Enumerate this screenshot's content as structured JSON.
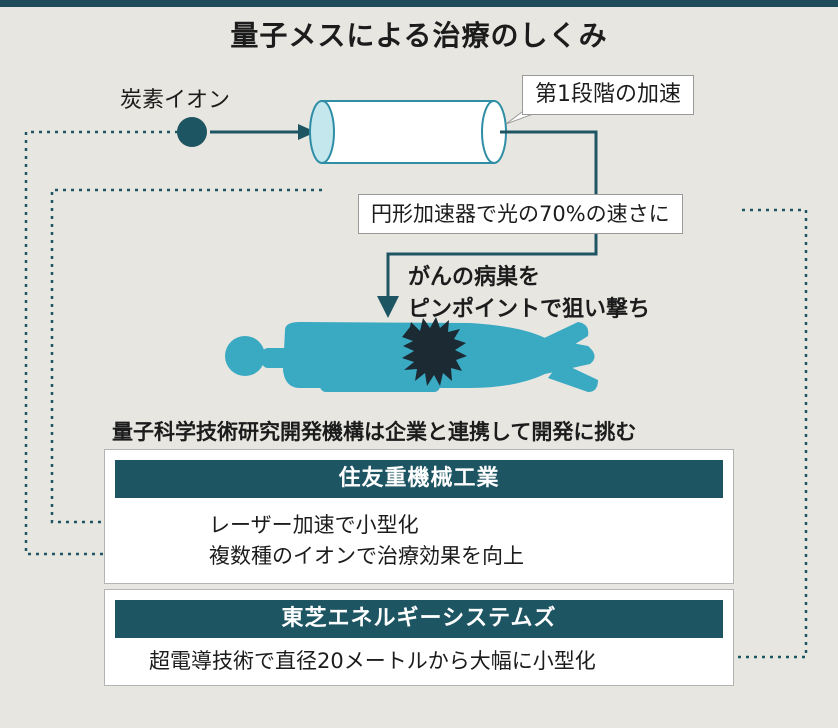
{
  "title": "量子メスによる治療のしくみ",
  "diagram": {
    "carbon_ion_label": "炭素イオン",
    "stage1_label": "第1段階の加速",
    "circular_label": "円形加速器で光の70%の速さに",
    "target_line1": "がんの病巣を",
    "target_line2": "ピンポイントで狙い撃ち"
  },
  "org_line": "量子科学技術研究開発機構は企業と連携して開発に挑む",
  "companies": [
    {
      "name": "住友重機械工業",
      "items": [
        "レーザー加速で小型化",
        "複数種のイオンで治療効果を向上"
      ]
    },
    {
      "name": "東芝エネルギーシステムズ",
      "items": [
        "超電導技術で直径20メートルから大幅に小型化"
      ]
    }
  ],
  "colors": {
    "background": "#e7e6e1",
    "header_teal": "#1e5563",
    "accent_blue": "#3aa9c2",
    "tube_fill": "#c4e7ee"
  }
}
